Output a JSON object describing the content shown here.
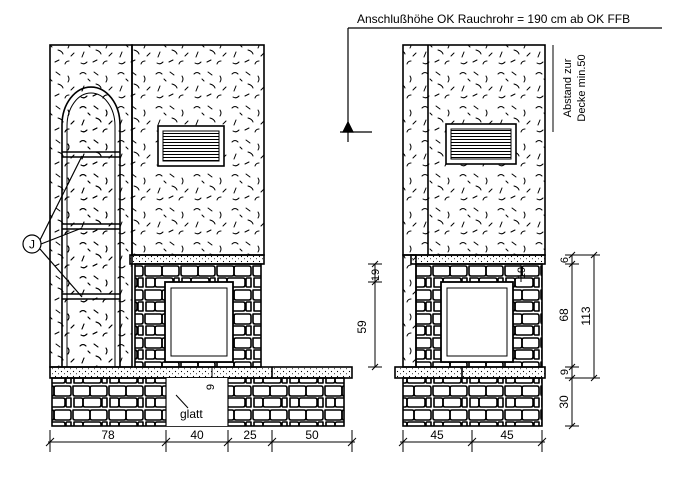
{
  "annotations": {
    "connection_height": "Anschlußhöhe OK Rauchrohr = 190 cm ab OK FFB",
    "ceiling_distance_line1": "Abstand zur",
    "ceiling_distance_line2": "Decke min.50",
    "callout": "J",
    "smooth_label": "glatt"
  },
  "dimensions": {
    "front": {
      "bottom": [
        "78",
        "40",
        "25",
        "50"
      ],
      "vertical_height": "59",
      "small_19": "19",
      "small_9": "9"
    },
    "side": {
      "bottom": [
        "45",
        "45"
      ],
      "v_6": "6",
      "v_68": "68",
      "v_113": "113",
      "v_9": "9",
      "v_30": "30",
      "small_19": "19"
    }
  },
  "colors": {
    "line": "#000000",
    "background": "#ffffff"
  }
}
